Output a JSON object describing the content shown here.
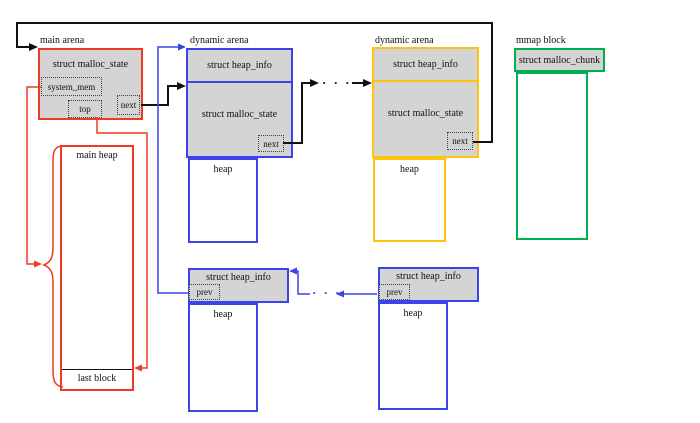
{
  "labels": {
    "main_arena": "main arena",
    "dynamic_arena_1": "dynamic arena",
    "dynamic_arena_2": "dynamic arena",
    "mmap_block": "mmap block"
  },
  "main_arena": {
    "struct_name": "struct malloc_state",
    "system_mem": "system_mem",
    "top": "top",
    "next": "next"
  },
  "main_heap": {
    "title": "main heap",
    "last_block": "last block"
  },
  "dynamic_arena_1": {
    "heap_info": "struct heap_info",
    "malloc_state": "struct malloc_state",
    "next": "next",
    "heap": "heap"
  },
  "dynamic_arena_2": {
    "heap_info": "struct heap_info",
    "malloc_state": "struct malloc_state",
    "next": "next",
    "heap": "heap"
  },
  "mmap_block": {
    "struct_name": "struct malloc_chunk"
  },
  "heap_segment_left": {
    "heap_info": "struct heap_info",
    "prev": "prev",
    "heap": "heap"
  },
  "heap_segment_right": {
    "heap_info": "struct heap_info",
    "prev": "prev",
    "heap": "heap"
  },
  "ellipsis_top": "· · ·",
  "ellipsis_bottom": "· · ·",
  "colors": {
    "arena_red": "#ee3b24",
    "arena_blue": "#3a45e8",
    "arena_orange": "#ffc20e",
    "mmap_green": "#00b050",
    "struct_fill": "#d4d4d4",
    "wire_black": "#111111"
  }
}
